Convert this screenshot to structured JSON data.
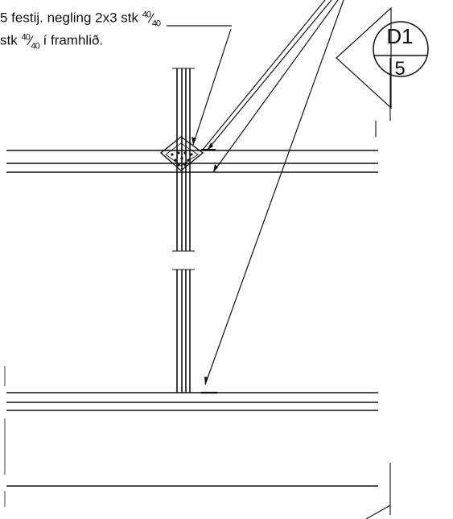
{
  "notes": {
    "line1": {
      "prefix": "5 festij. negling 2x3 stk ",
      "num": "40",
      "den": "40"
    },
    "line2": {
      "prefix": "stk ",
      "num": "40",
      "den": "40",
      "suffix": " í framhlið."
    }
  },
  "detail_tag": {
    "top": "D1",
    "bottom": "5"
  }
}
